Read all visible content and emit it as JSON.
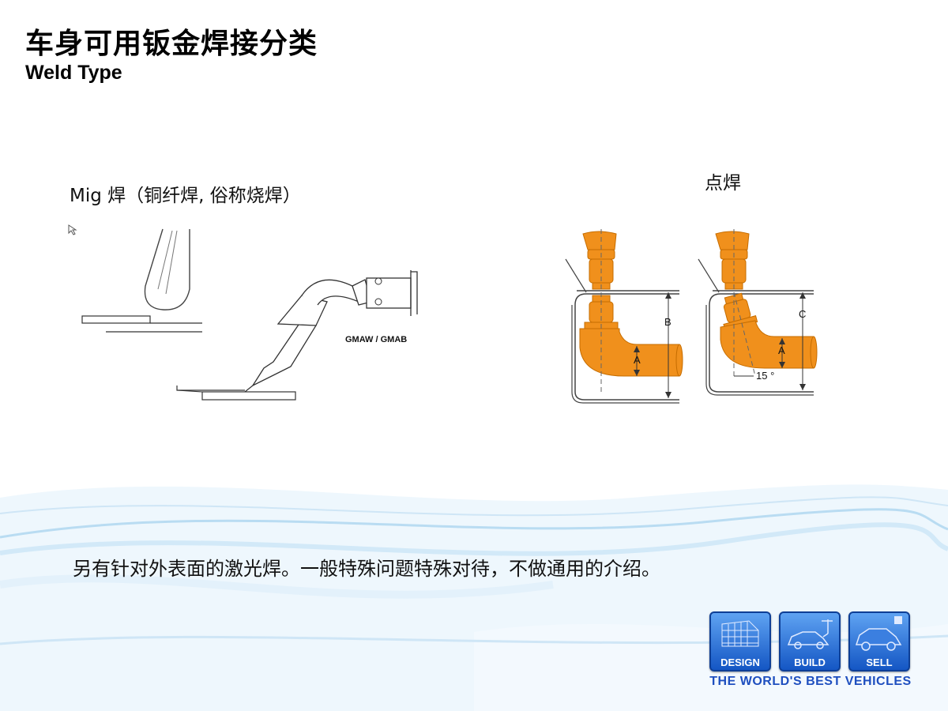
{
  "header": {
    "title": "车身可用钣金焊接分类",
    "subtitle": "Weld Type"
  },
  "mig": {
    "label": "Mig 焊（铜纤焊,  俗称烧焊）",
    "diagram_label": "GMAW / GMAB"
  },
  "spot": {
    "label": "点焊",
    "dimension_labels": [
      "B",
      "A",
      "C",
      "A"
    ],
    "angle_label": "15 °"
  },
  "note": "另有针对外表面的激光焊。一般特殊问题特殊对待，不做通用的介绍。",
  "branding": {
    "tiles": [
      "DESIGN",
      "BUILD",
      "SELL"
    ],
    "tagline": "THE WORLD'S BEST VEHICLES"
  },
  "colors": {
    "electrode": "#f0901c",
    "tile_blue": "#1456c4",
    "tagline": "#1e4fbf",
    "wave": "#b9dcf2"
  }
}
